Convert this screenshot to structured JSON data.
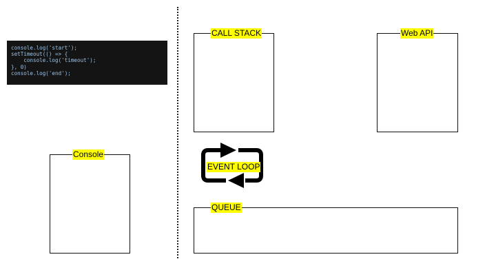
{
  "code": {
    "lines": [
      "console.log('start');",
      "setTimeout(() => {",
      "    console.log('timeout');",
      "}, 0)",
      "console.log('end');"
    ]
  },
  "labels": {
    "console": "Console",
    "call_stack": "CALL STACK",
    "web_api": "Web API",
    "event_loop": "EVENT LOOP",
    "queue": "QUEUE"
  },
  "colors": {
    "label_highlight": "#ffff00",
    "code_background": "#141414",
    "code_text": "#9cc4e8"
  },
  "icons": {
    "event_loop": "loop-arrows-icon"
  }
}
